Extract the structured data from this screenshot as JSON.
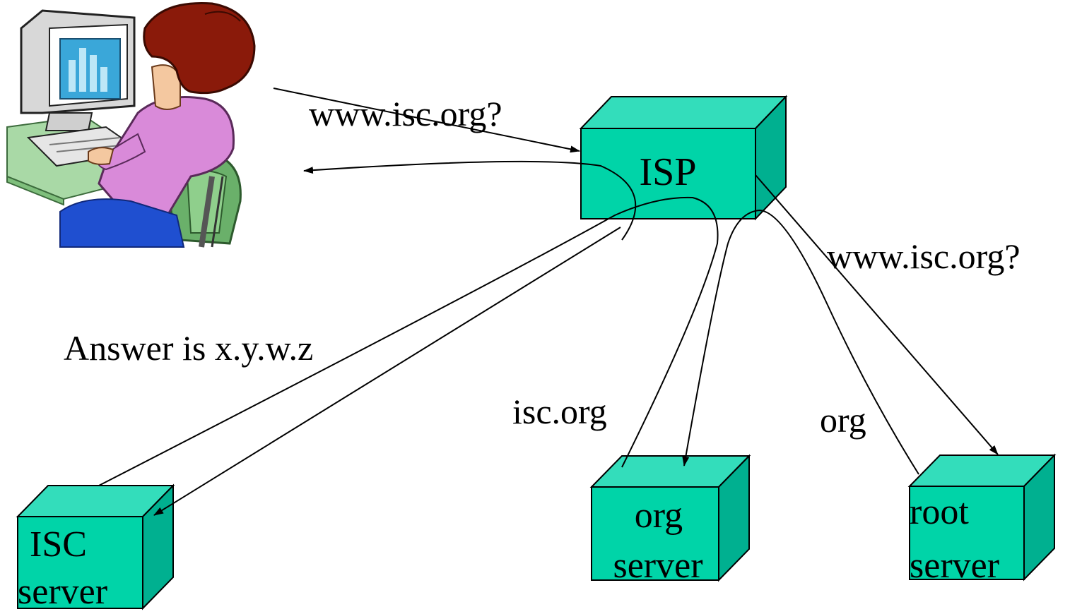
{
  "labels": {
    "query_to_isp": "www.isc.org?",
    "isp_box": "ISP",
    "query_to_root": "www.isc.org?",
    "answer": "Answer is x.y.w.z",
    "isc_org_referral": "isc.org",
    "org_referral": "org"
  },
  "servers": {
    "isc_line1": "ISC",
    "isc_line2": "server",
    "org_line1": "org",
    "org_line2": "server",
    "root_line1": "root",
    "root_line2": "server"
  },
  "colors": {
    "box_front": "#00D4A8",
    "box_top": "#33DDBB",
    "box_side": "#00B090",
    "line": "#000000"
  }
}
